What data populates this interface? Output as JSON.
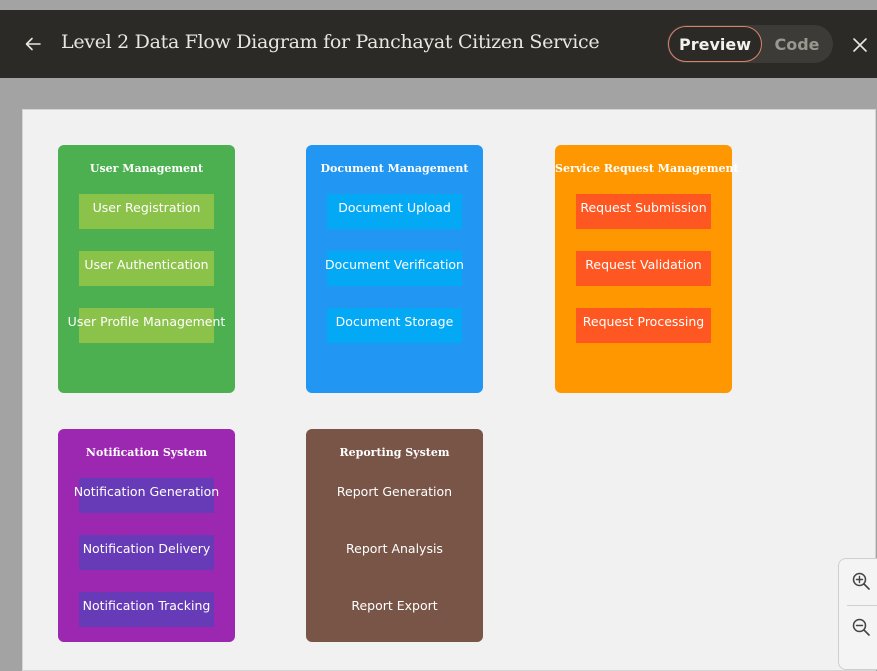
{
  "header": {
    "title": "Level 2 Data Flow Diagram for Panchayat Citizen Service",
    "back_icon": "arrow-left-icon",
    "close_icon": "close-icon",
    "toggle": {
      "preview_label": "Preview",
      "code_label": "Code",
      "active": "Preview"
    }
  },
  "colors": {
    "header_bg": "#2b2a27",
    "preview_border": "#d8836a",
    "user_management": "#4caf50",
    "user_management_proc": "#8bc34a",
    "document_management": "#2196f3",
    "document_management_proc": "#03a9f4",
    "service_request": "#ff9800",
    "service_request_proc": "#ff5722",
    "notification": "#9c27b0",
    "notification_proc": "#673ab7",
    "reporting": "#795548"
  },
  "diagram": {
    "modules": [
      {
        "title": "User Management",
        "processes": [
          "User Registration",
          "User Authentication",
          "User Profile Management"
        ]
      },
      {
        "title": "Document Management",
        "processes": [
          "Document Upload",
          "Document Verification",
          "Document Storage"
        ]
      },
      {
        "title": "Service Request Management",
        "processes": [
          "Request Submission",
          "Request Validation",
          "Request Processing"
        ]
      },
      {
        "title": "Notification System",
        "processes": [
          "Notification Generation",
          "Notification Delivery",
          "Notification Tracking"
        ]
      },
      {
        "title": "Reporting System",
        "processes": [
          "Report Generation",
          "Report Analysis",
          "Report Export"
        ]
      }
    ]
  },
  "zoom": {
    "in_icon": "zoom-in-icon",
    "out_icon": "zoom-out-icon"
  }
}
